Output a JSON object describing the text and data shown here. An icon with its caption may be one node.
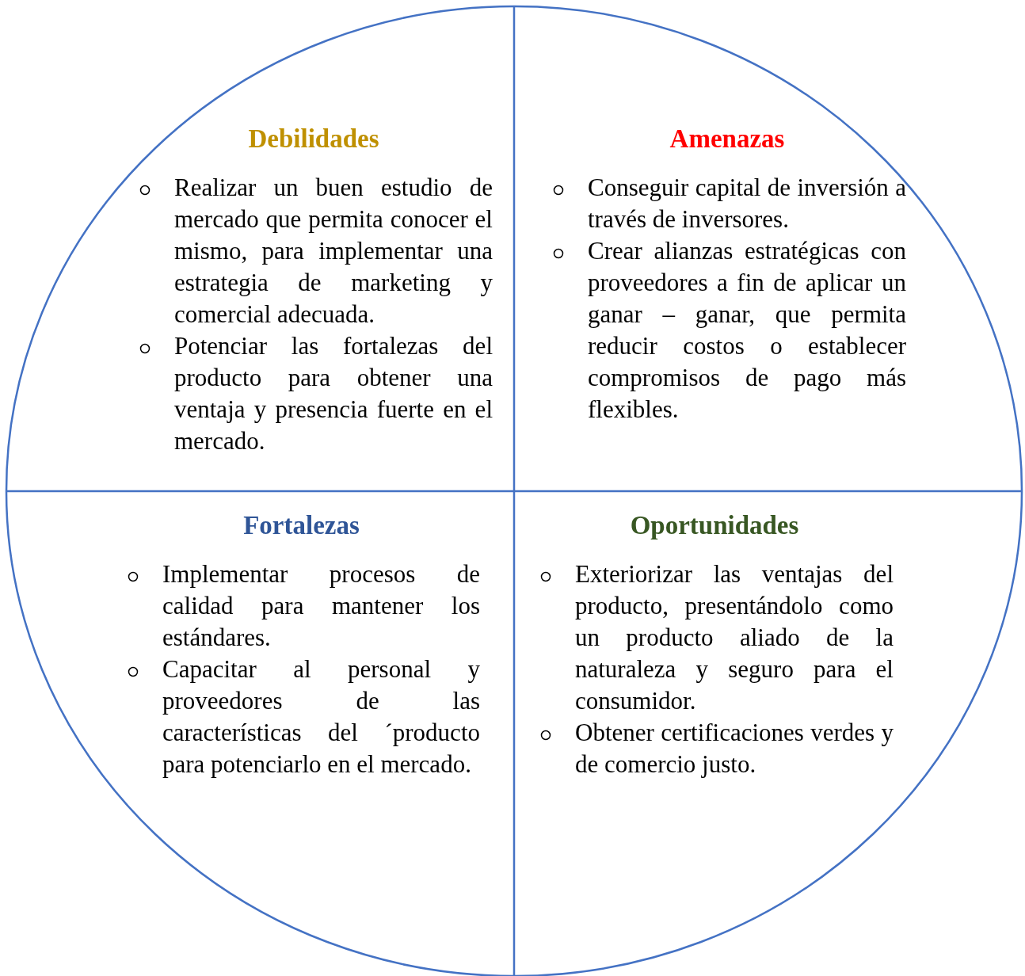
{
  "diagram": {
    "nodes": [
      {
        "text": [],
        "shape": "circle"
      },
      {
        "text": [
          "Debilidades",
          "Realizar un buen estudio de mercado que permita conocer el mismo, para implementar una estrategia de marketing y comercial adecuada.",
          "Potenciar las fortalezas del producto para obtener una ventaja y presencia fuerte en el mercado."
        ],
        "in": 0
      },
      {
        "text": [
          "Amenazas",
          "Conseguir capital de inversión a través de inversores.",
          "Crear alianzas estratégicas con proveedores a fin de aplicar un ganar – ganar, que permita reducir costos o establecer compromisos de pago más flexibles."
        ],
        "in": 0
      },
      {
        "text": [
          "Fortalezas",
          "Implementar procesos de calidad para mantener los estándares.",
          "Capacitar al personal y proveedores de las características del ´producto para potenciarlo en el mercado."
        ],
        "in": 0
      },
      {
        "text": [
          "Oportunidades",
          "Exteriorizar las ventajas del producto, presentándolo como un producto aliado de la naturaleza y seguro para el consumidor.",
          "Obtener certificaciones verdes y de comercio justo."
        ],
        "in": 0
      }
    ],
    "edges": []
  }
}
